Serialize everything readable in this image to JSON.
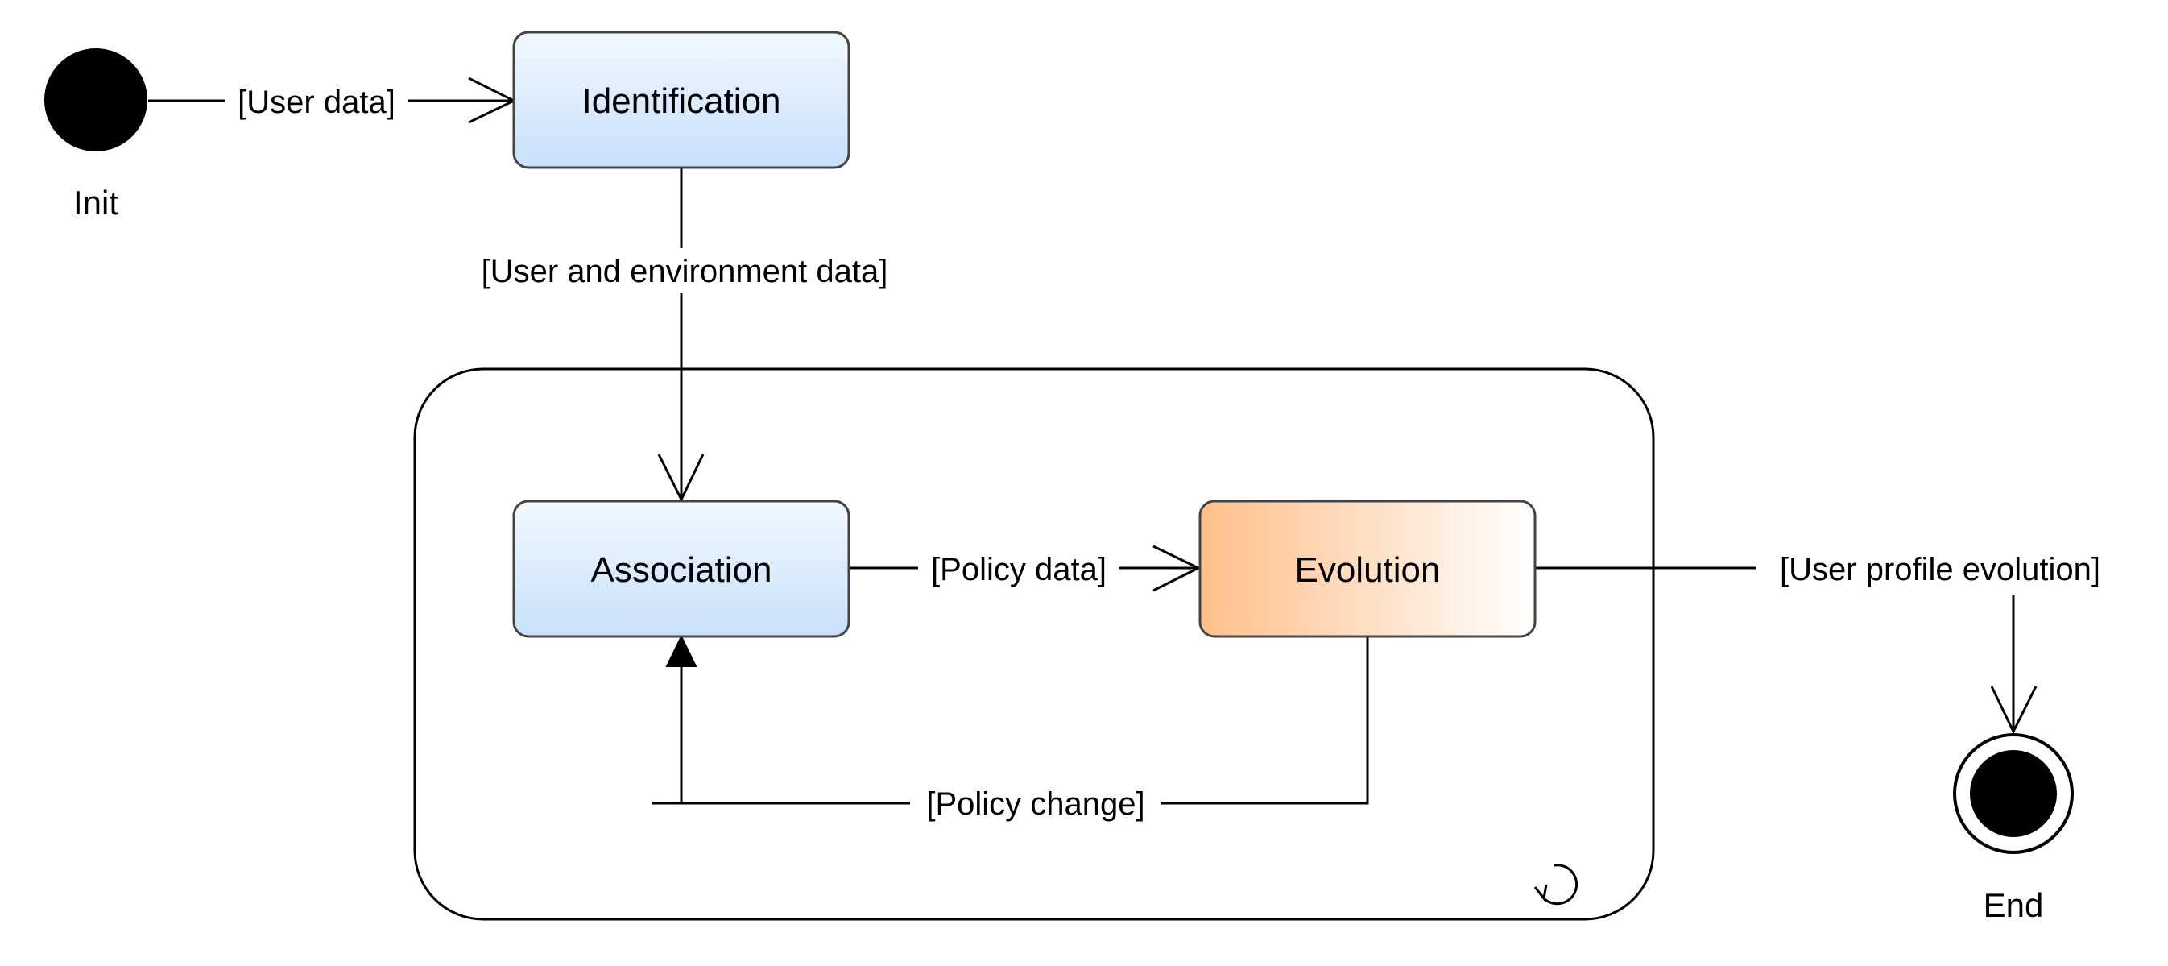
{
  "diagram": {
    "init": {
      "label": "Init"
    },
    "end": {
      "label": "End"
    },
    "states": {
      "identification": {
        "label": "Identification"
      },
      "association": {
        "label": "Association"
      },
      "evolution": {
        "label": "Evolution"
      }
    },
    "transitions": {
      "init_to_identification": "[User data]",
      "identification_to_association": "[User and environment data]",
      "association_to_evolution": "[Policy data]",
      "evolution_to_association": "[Policy change]",
      "evolution_to_end": "[User profile evolution]"
    },
    "composite_state": {
      "icon": "loop-arrow-icon"
    }
  },
  "colors": {
    "state_blue_top": "#f2f8ff",
    "state_blue_bottom": "#c7e0fb",
    "state_orange_left": "#ffbf8a",
    "state_orange_right": "#ffffff",
    "stroke": "#000000",
    "box_stroke": "#444444"
  }
}
